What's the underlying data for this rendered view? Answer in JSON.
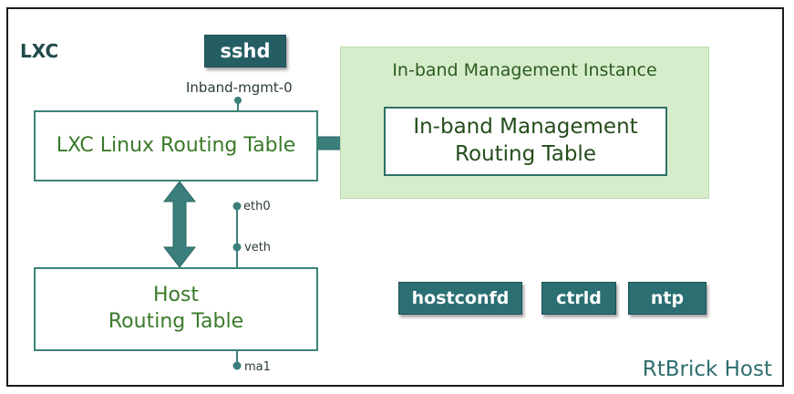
{
  "lxc_label": "LXC",
  "host_label": "RtBrick Host",
  "sshd_label": "sshd",
  "inband_port_label": "Inband-mgmt-0",
  "panel_title": "In-band Management Instance",
  "lxc_table": [
    "LXC Linux Routing Table"
  ],
  "mgmt_table": [
    "In-band Management",
    "Routing Table"
  ],
  "host_table": [
    "Host",
    "Routing Table"
  ],
  "ports": {
    "eth0": "eth0",
    "veth": "veth",
    "ma1": "ma1"
  },
  "services": [
    "hostconfd",
    "ctrld",
    "ntp"
  ],
  "colors": {
    "service_fill": "#2b6f73",
    "panel_fill": "#d6edcc",
    "table_border": "#3c8478",
    "table_text": "#3a7a2a",
    "arrow": "#3b7f7c",
    "host_text": "#2e6e6e"
  }
}
